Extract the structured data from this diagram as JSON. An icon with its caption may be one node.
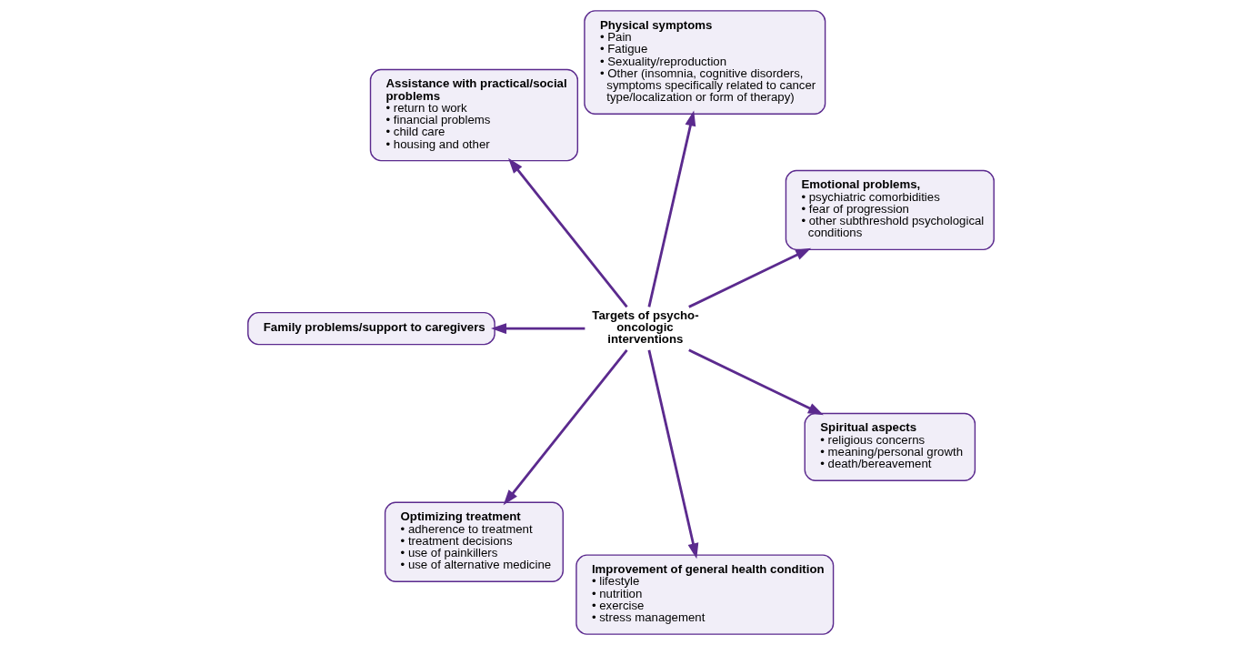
{
  "diagram": {
    "nodes": [
      {
        "text": [
          "Targets of psycho-oncologic interventions"
        ]
      },
      {
        "text": [
          "Emotional problems,",
          "• psychiatric comorbidities",
          "• fear of progression",
          "• other subthreshold psychological conditions"
        ]
      },
      {
        "text": [
          "Physical symptoms",
          "• Pain",
          "• Fatigue",
          "• Sexuality/reproduction",
          "• Other (insomnia, cognitive disorders, symptoms specifically related to cancer type/localization or form of therapy)"
        ]
      },
      {
        "text": [
          "Assistance with practical/social problems",
          "• return to work",
          "• financial problems",
          "• child care",
          "• housing and other"
        ]
      },
      {
        "text": [
          "Family problems/support to caregivers"
        ]
      },
      {
        "text": [
          "Optimizing treatment",
          "• adherence to treatment",
          "• treatment decisions",
          "• use of painkillers",
          "• use of alternative medicine"
        ]
      },
      {
        "text": [
          "Improvement of general health condition",
          "• lifestyle",
          "• nutrition",
          "• exercise",
          "• stress management"
        ]
      },
      {
        "text": [
          "Spiritual aspects",
          "• religious concerns",
          "• meaning/personal growth",
          "• death/bereavement"
        ]
      }
    ],
    "edges": [
      {
        "from": 0,
        "to": 1,
        "arrow": "to"
      },
      {
        "from": 0,
        "to": 2,
        "arrow": "to"
      },
      {
        "from": 0,
        "to": 3,
        "arrow": "to"
      },
      {
        "from": 0,
        "to": 4,
        "arrow": "to"
      },
      {
        "from": 0,
        "to": 5,
        "arrow": "to"
      },
      {
        "from": 0,
        "to": 6,
        "arrow": "to"
      },
      {
        "from": 0,
        "to": 7,
        "arrow": "to"
      }
    ]
  }
}
